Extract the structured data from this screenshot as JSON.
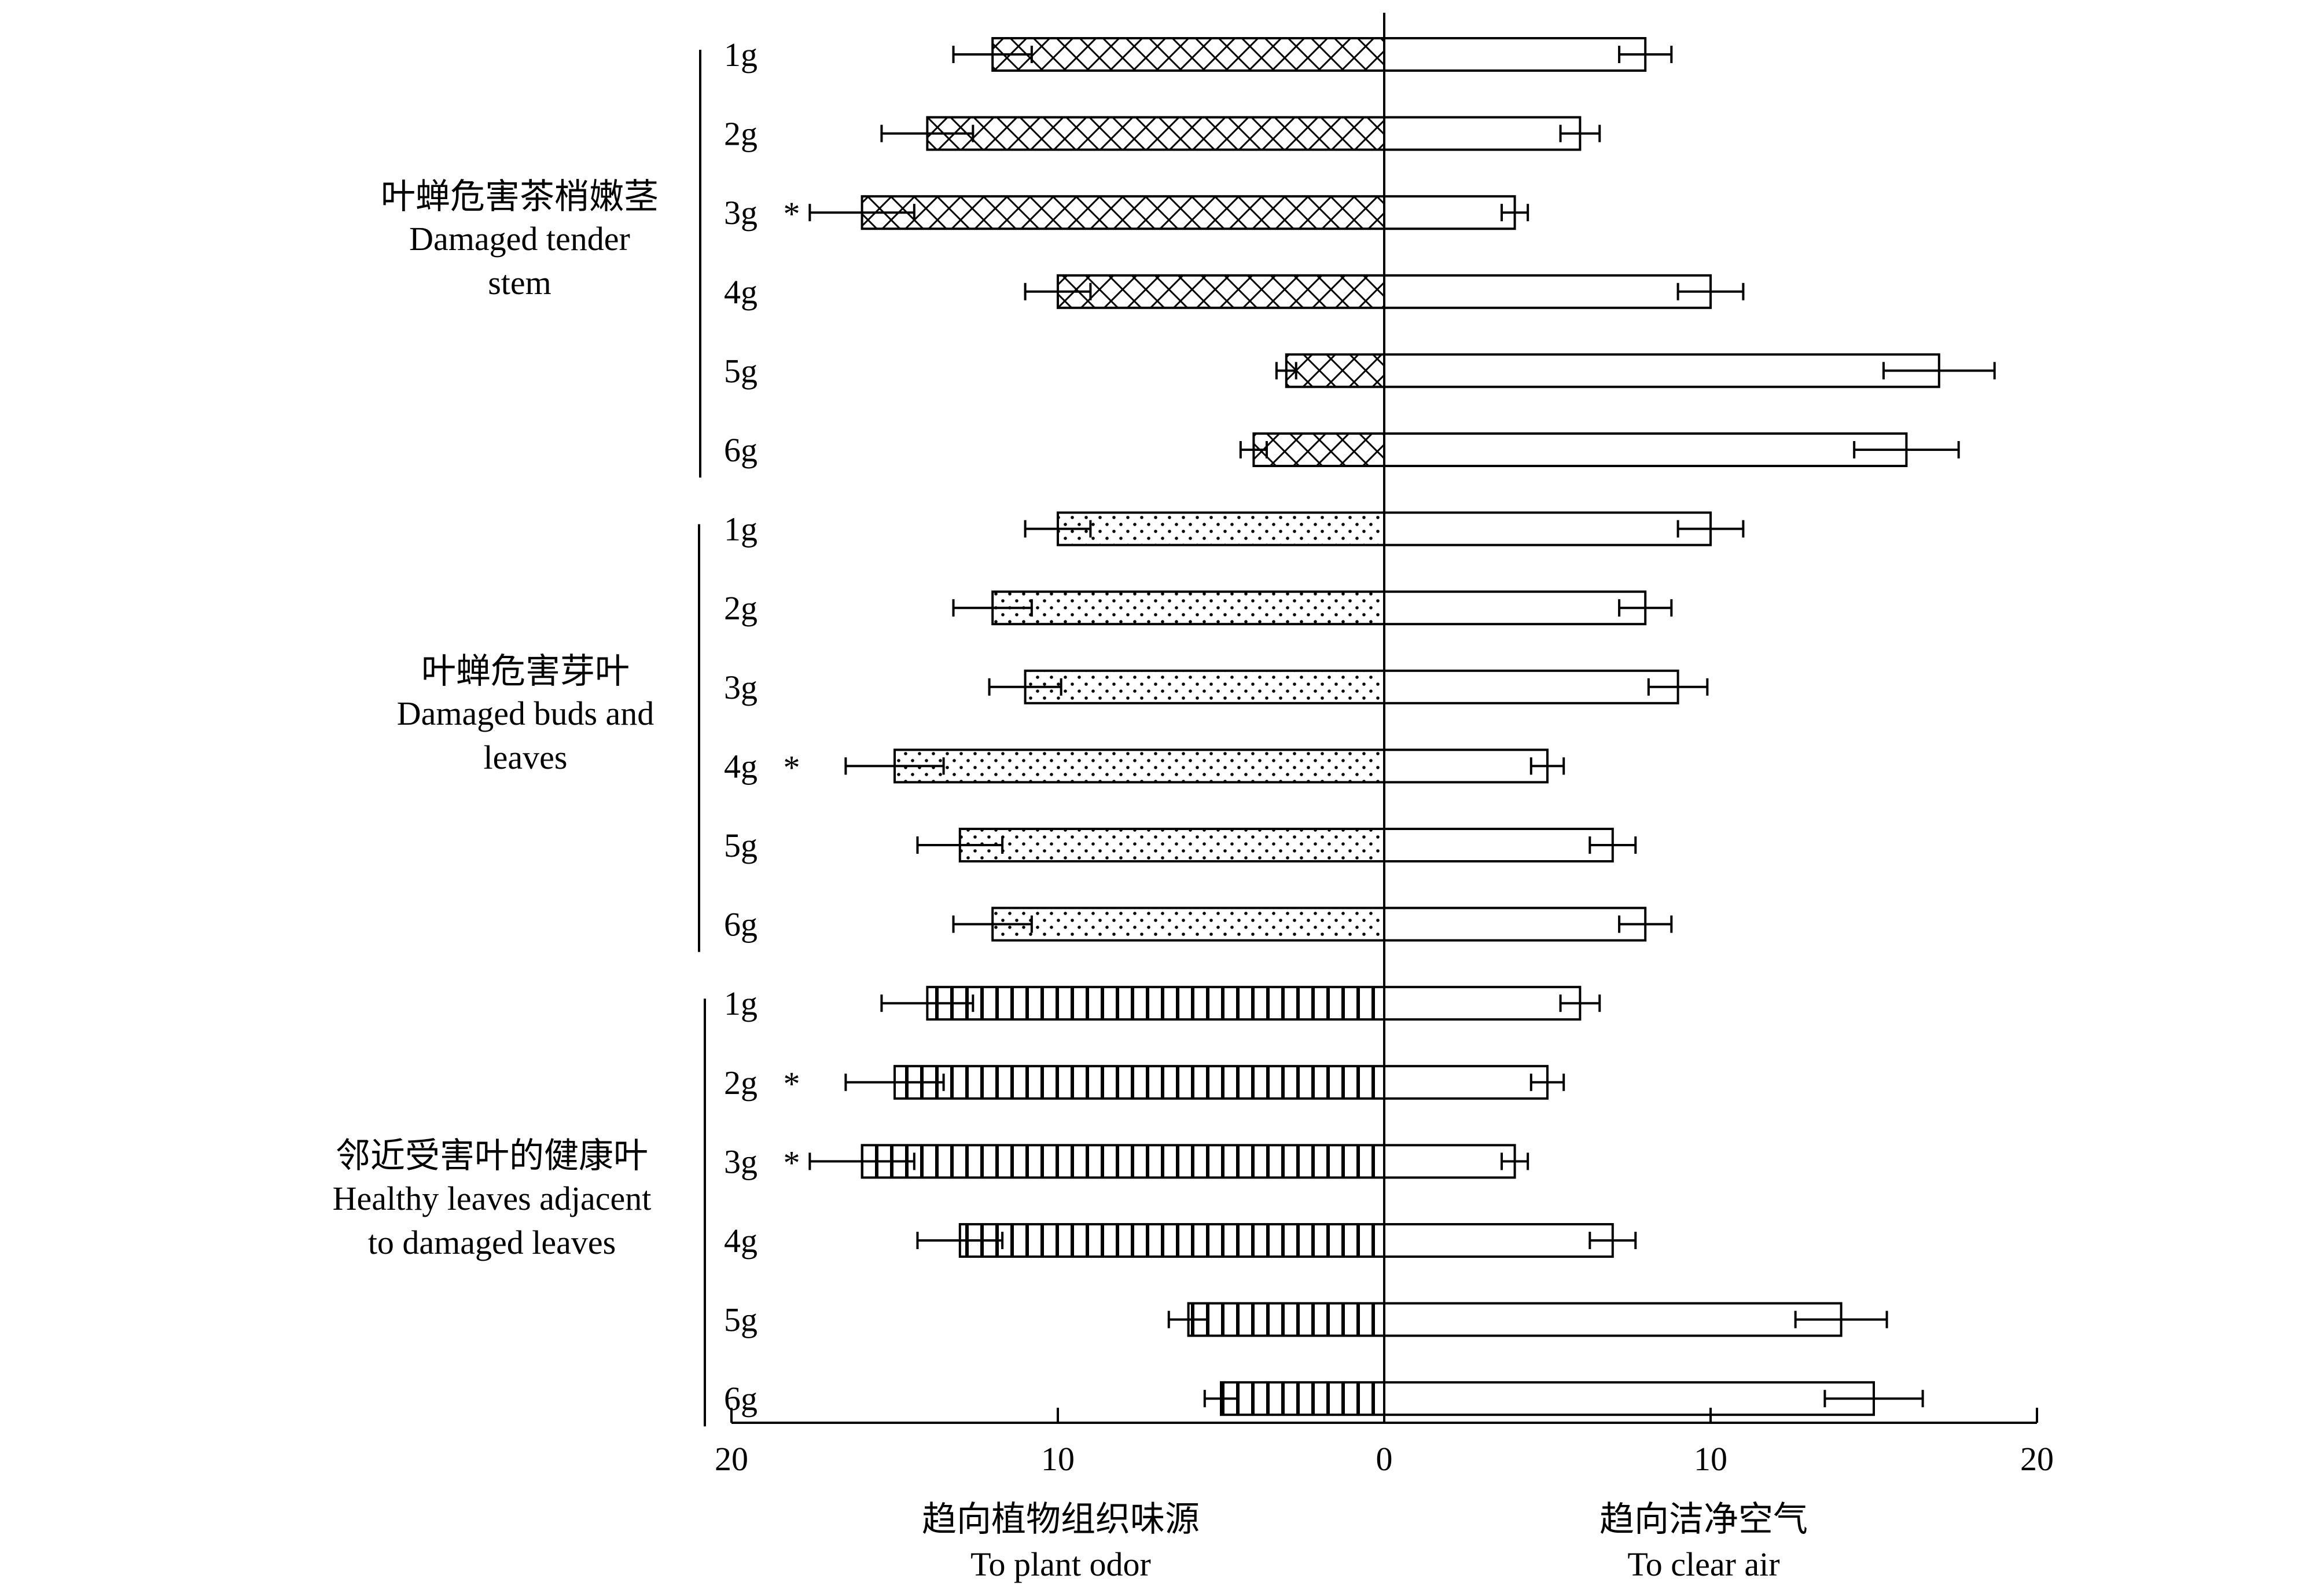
{
  "chart_data": {
    "type": "bar",
    "orientation": "horizontal-diverging",
    "xlim": [
      20,
      20
    ],
    "x_ticks": [
      "20",
      "10",
      "0",
      "10",
      "20"
    ],
    "left_axis_label": {
      "cn": "趋向植物组织味源",
      "en": "To plant odor"
    },
    "right_axis_label": {
      "cn": "趋向洁净空气",
      "en": "To clear air"
    },
    "groups": [
      {
        "label_cn": "叶蝉危害茶梢嫩茎",
        "label_en_lines": [
          "Damaged tender",
          "stem"
        ],
        "pattern": "crosshatch",
        "rows": [
          {
            "dose": "1g",
            "plant": 12,
            "plant_err": 1.2,
            "air": 8,
            "air_err": 0.8,
            "sig": ""
          },
          {
            "dose": "2g",
            "plant": 14,
            "plant_err": 1.4,
            "air": 6,
            "air_err": 0.6,
            "sig": ""
          },
          {
            "dose": "3g",
            "plant": 16,
            "plant_err": 1.6,
            "air": 4,
            "air_err": 0.4,
            "sig": "*"
          },
          {
            "dose": "4g",
            "plant": 10,
            "plant_err": 1.0,
            "air": 10,
            "air_err": 1.0,
            "sig": ""
          },
          {
            "dose": "5g",
            "plant": 3,
            "plant_err": 0.3,
            "air": 17,
            "air_err": 1.7,
            "sig": ""
          },
          {
            "dose": "6g",
            "plant": 4,
            "plant_err": 0.4,
            "air": 16,
            "air_err": 1.6,
            "sig": ""
          }
        ]
      },
      {
        "label_cn": "叶蝉危害芽叶",
        "label_en_lines": [
          "Damaged buds and",
          "leaves"
        ],
        "pattern": "dots",
        "rows": [
          {
            "dose": "1g",
            "plant": 10,
            "plant_err": 1.0,
            "air": 10,
            "air_err": 1.0,
            "sig": ""
          },
          {
            "dose": "2g",
            "plant": 12,
            "plant_err": 1.2,
            "air": 8,
            "air_err": 0.8,
            "sig": ""
          },
          {
            "dose": "3g",
            "plant": 11,
            "plant_err": 1.1,
            "air": 9,
            "air_err": 0.9,
            "sig": ""
          },
          {
            "dose": "4g",
            "plant": 15,
            "plant_err": 1.5,
            "air": 5,
            "air_err": 0.5,
            "sig": "*"
          },
          {
            "dose": "5g",
            "plant": 13,
            "plant_err": 1.3,
            "air": 7,
            "air_err": 0.7,
            "sig": ""
          },
          {
            "dose": "6g",
            "plant": 12,
            "plant_err": 1.2,
            "air": 8,
            "air_err": 0.8,
            "sig": ""
          }
        ]
      },
      {
        "label_cn": "邻近受害叶的健康叶",
        "label_en_lines": [
          "Healthy leaves adjacent",
          "to damaged leaves"
        ],
        "pattern": "vlines",
        "rows": [
          {
            "dose": "1g",
            "plant": 14,
            "plant_err": 1.4,
            "air": 6,
            "air_err": 0.6,
            "sig": ""
          },
          {
            "dose": "2g",
            "plant": 15,
            "plant_err": 1.5,
            "air": 5,
            "air_err": 0.5,
            "sig": "*"
          },
          {
            "dose": "3g",
            "plant": 16,
            "plant_err": 1.6,
            "air": 4,
            "air_err": 0.4,
            "sig": "*"
          },
          {
            "dose": "4g",
            "plant": 13,
            "plant_err": 1.3,
            "air": 7,
            "air_err": 0.7,
            "sig": ""
          },
          {
            "dose": "5g",
            "plant": 6,
            "plant_err": 0.6,
            "air": 14,
            "air_err": 1.4,
            "sig": ""
          },
          {
            "dose": "6g",
            "plant": 5,
            "plant_err": 0.5,
            "air": 15,
            "air_err": 1.5,
            "sig": ""
          }
        ]
      }
    ]
  }
}
